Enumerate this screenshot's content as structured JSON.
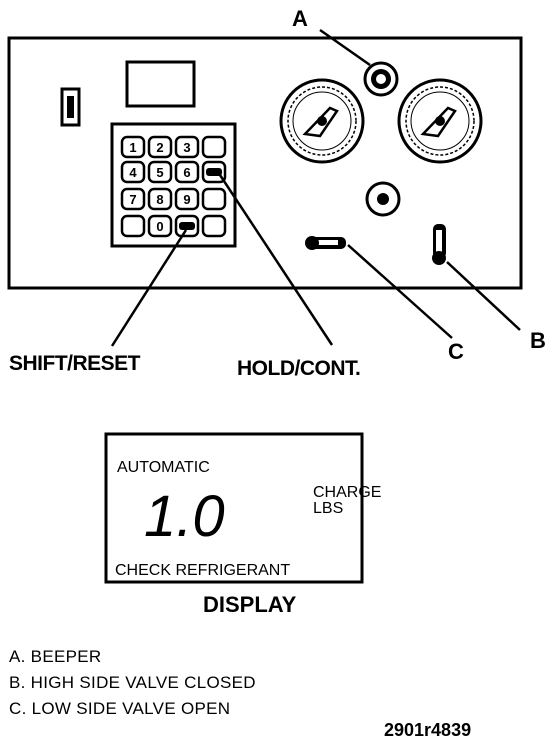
{
  "callouts": {
    "a": "A",
    "b": "B",
    "c": "C"
  },
  "keypad": {
    "keys": [
      "1",
      "2",
      "3",
      "4",
      "5",
      "6",
      "7",
      "8",
      "9",
      "0"
    ],
    "shift_reset_label": "SHIFT/RESET",
    "hold_cont_label": "HOLD/CONT."
  },
  "display": {
    "mode_text": "AUTOMATIC",
    "reading": "1.0",
    "unit_line1": "CHARGE",
    "unit_line2": "LBS",
    "message": "CHECK REFRIGERANT",
    "caption": "DISPLAY"
  },
  "legend": [
    "A.  BEEPER",
    "B.  HIGH SIDE VALVE CLOSED",
    "C.  LOW SIDE VALVE OPEN"
  ],
  "figure_id": "2901r4839"
}
